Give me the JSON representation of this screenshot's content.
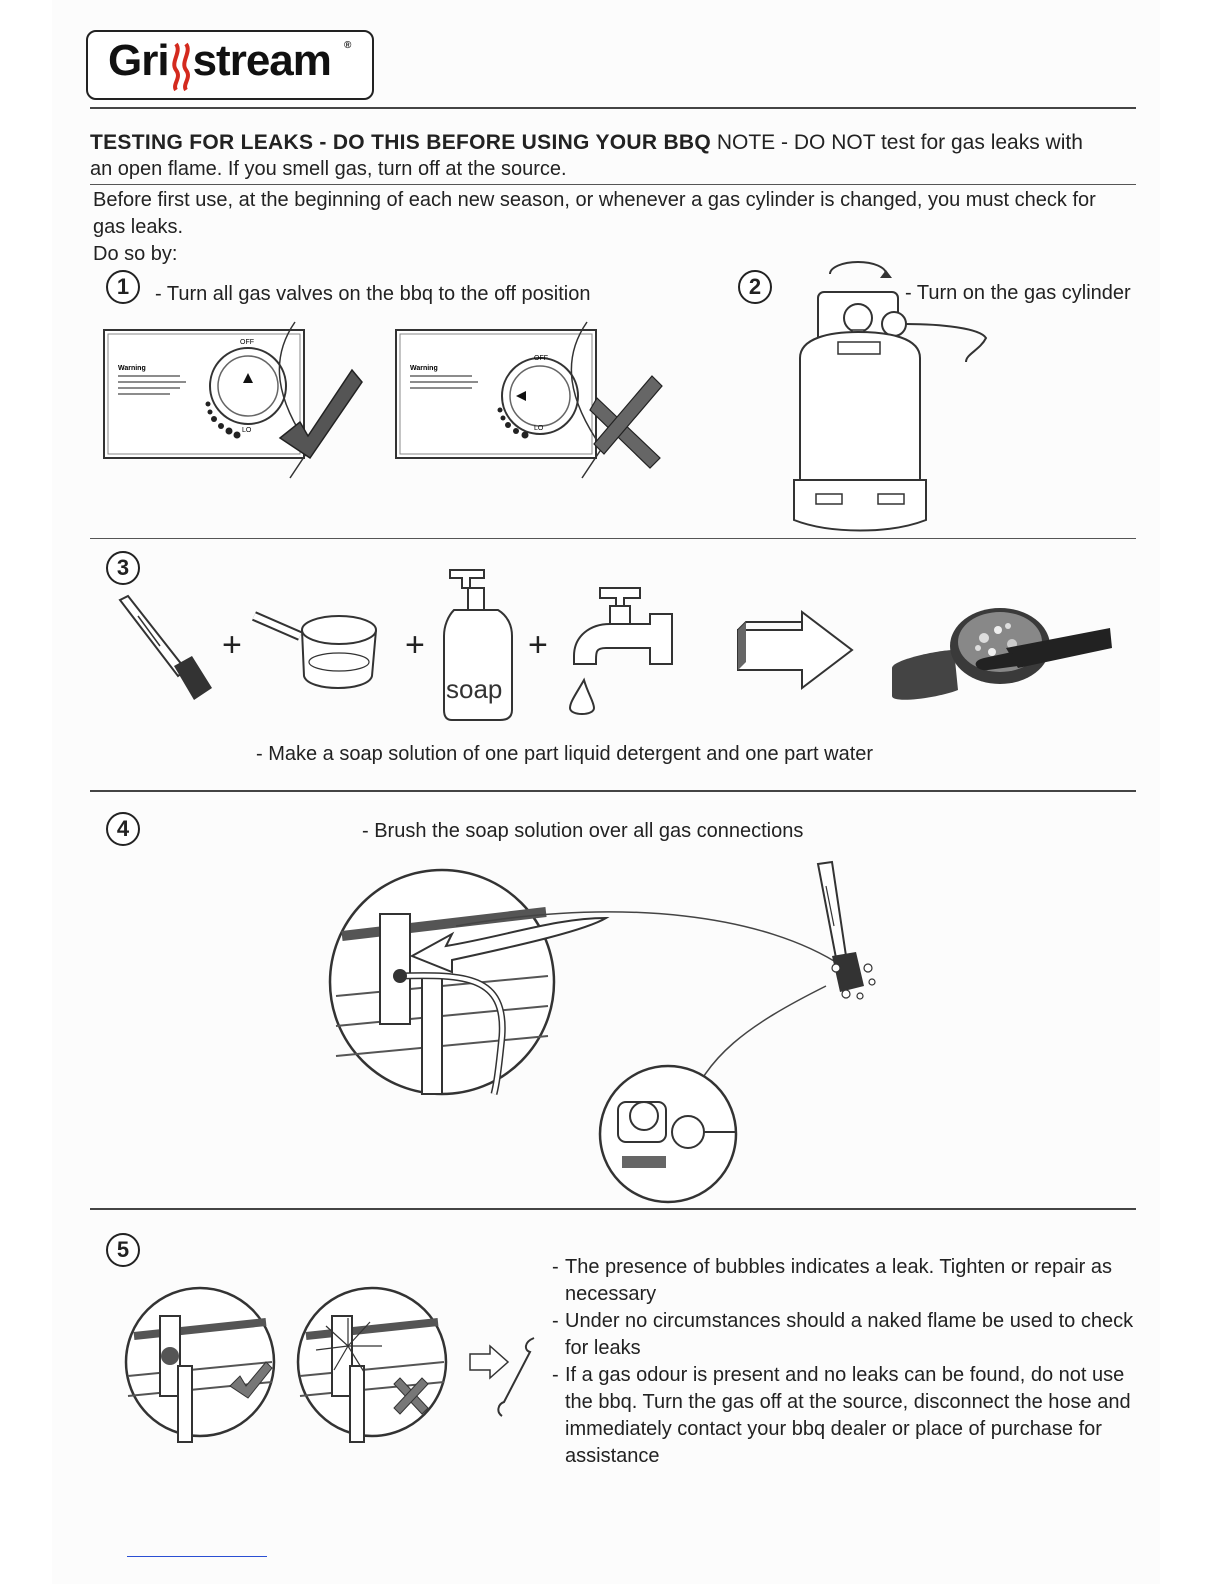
{
  "brand": {
    "name": "Grillstream",
    "reg_mark": "®"
  },
  "header": {
    "title_bold": "TESTING FOR LEAKS - DO THIS BEFORE USING YOUR BBQ",
    "note_line1": "NOTE - DO NOT test for gas leaks with",
    "note_line2": "an open flame. If you smell gas, turn off at the source."
  },
  "intro": {
    "line1": "Before first use, at the beginning of each new season, or whenever a gas cylinder is changed,  you must check for",
    "line2": "gas leaks.",
    "line3": "Do so by:"
  },
  "steps": [
    {
      "number": "1",
      "text": "- Turn all gas valves on the bbq to the off position"
    },
    {
      "number": "2",
      "text": "- Turn on the gas cylinder"
    },
    {
      "number": "3",
      "text": "- Make a soap solution of one part liquid detergent and one part water",
      "soap_label": "soap"
    },
    {
      "number": "4",
      "text": "- Brush the soap solution over all gas connections"
    },
    {
      "number": "5",
      "bullets": [
        {
          "dash": "-",
          "line1": "The presence of bubbles indicates a leak. Tighten or repair as",
          "line2": "necessary"
        },
        {
          "dash": "-",
          "line1": "Under no circumstances should a naked flame be used to check",
          "line2": "for leaks"
        },
        {
          "dash": "-",
          "line1": "If a gas odour is present and no leaks can be found, do not use",
          "line2": "the bbq. Turn the gas off at the source, disconnect the hose and",
          "line3": "immediately contact your bbq dealer or place of purchase for",
          "line4": "assistance"
        }
      ]
    }
  ],
  "knob_labels": {
    "off": "OFF",
    "lo": "LO",
    "warning": "Warning"
  },
  "plus": "+",
  "colors": {
    "text": "#222222",
    "logo_accent": "#d42a1e",
    "line": "#444444",
    "check": "#555555"
  }
}
